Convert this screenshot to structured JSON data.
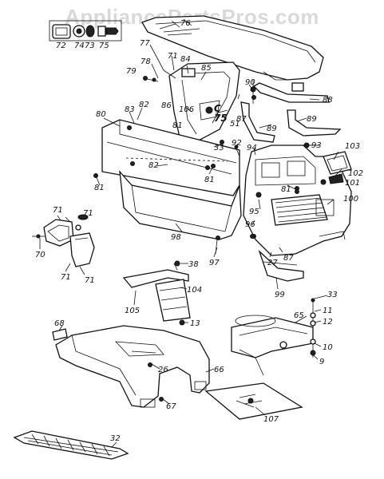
{
  "watermark": "AppliancePartsPros.com",
  "callouts": {
    "c76": "76",
    "c72": "72",
    "c74": "74",
    "c73": "73",
    "c75a": "75",
    "c77": "77",
    "c78": "78",
    "c71a": "71",
    "c84": "84",
    "c85": "85",
    "c79": "79",
    "c86": "86",
    "c106": "106",
    "cC": "C",
    "c75b": "75",
    "c51": "51",
    "c90": "90",
    "c87a": "87",
    "c88": "88",
    "c89a": "89",
    "c89b": "89",
    "c80": "80",
    "c83": "83",
    "c82a": "82",
    "c81a": "81",
    "c33a": "33",
    "c92": "92",
    "c94": "94",
    "c93": "93",
    "c103": "103",
    "c82b": "82",
    "c81b": "81",
    "c81c": "81",
    "c102": "102",
    "c101": "101",
    "c81d": "81",
    "c100": "100",
    "c95": "95",
    "c96": "96",
    "c98": "98",
    "c97": "97",
    "c27": "27",
    "c87b": "87",
    "c99": "99",
    "c71b": "71",
    "c71c": "71",
    "c70": "70",
    "c71d": "71",
    "c71e": "71",
    "c38": "38",
    "c104": "104",
    "c105": "105",
    "c13": "13",
    "c33b": "33",
    "c11": "11",
    "c65": "65",
    "c12": "12",
    "c10": "10",
    "c9": "9",
    "c68": "68",
    "c26": "26",
    "c66": "66",
    "c67": "67",
    "c107": "107",
    "c32": "32"
  }
}
